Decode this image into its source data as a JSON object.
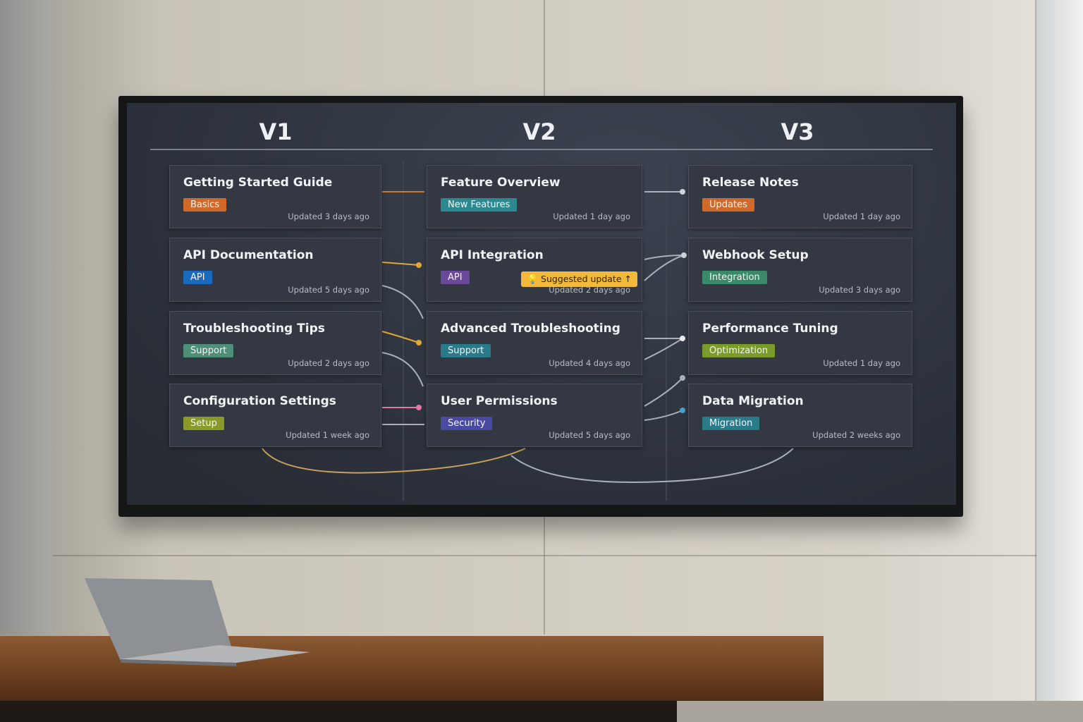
{
  "columns": [
    "V1",
    "V2",
    "V3"
  ],
  "cards": [
    [
      {
        "title": "Getting Started Guide",
        "tag": "Basics",
        "tag_color": "#d06a2a",
        "updated": "Updated 3 days ago"
      },
      {
        "title": "API Documentation",
        "tag": "API",
        "tag_color": "#1a6ac0",
        "updated": "Updated 5 days ago"
      },
      {
        "title": "Troubleshooting Tips",
        "tag": "Support",
        "tag_color": "#4e8f78",
        "updated": "Updated 2 days ago"
      },
      {
        "title": "Configuration Settings",
        "tag": "Setup",
        "tag_color": "#8a9a2a",
        "updated": "Updated 1 week ago"
      }
    ],
    [
      {
        "title": "Feature Overview",
        "tag": "New Features",
        "tag_color": "#2a8a90",
        "updated": "Updated 1 day ago"
      },
      {
        "title": "API Integration",
        "tag": "API",
        "tag_color": "#6a4a98",
        "updated": "Updated 2 days ago",
        "suggestion": "Suggested update"
      },
      {
        "title": "Advanced Troubleshooting",
        "tag": "Support",
        "tag_color": "#2a7a8a",
        "updated": "Updated 4 days ago"
      },
      {
        "title": "User Permissions",
        "tag": "Security",
        "tag_color": "#4a4aa0",
        "updated": "Updated 5 days ago"
      }
    ],
    [
      {
        "title": "Release Notes",
        "tag": "Updates",
        "tag_color": "#d06a2a",
        "updated": "Updated 1 day ago"
      },
      {
        "title": "Webhook Setup",
        "tag": "Integration",
        "tag_color": "#3a8a6a",
        "updated": "Updated 3 days ago"
      },
      {
        "title": "Performance Tuning",
        "tag": "Optimization",
        "tag_color": "#7a9a2a",
        "updated": "Updated 1 day ago"
      },
      {
        "title": "Data Migration",
        "tag": "Migration",
        "tag_color": "#2a7a8a",
        "updated": "Updated 2 weeks ago"
      }
    ]
  ]
}
